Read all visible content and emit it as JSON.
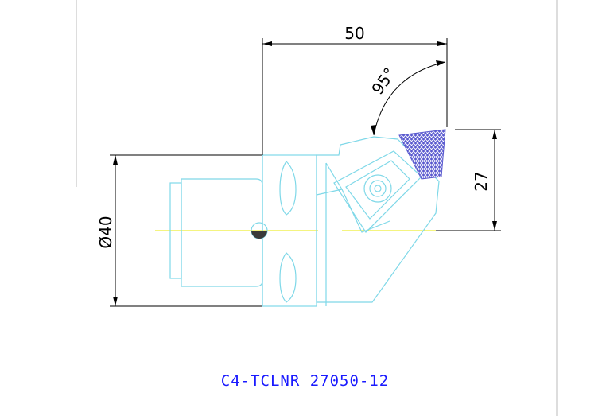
{
  "drawing": {
    "dimension_width": "50",
    "dimension_angle": "95°",
    "dimension_height": "27",
    "dimension_diameter": "Ø40"
  },
  "part_code": "C4-TCLNR 27050-12",
  "colors": {
    "outline": "#7fd8e8",
    "dimension": "#000000",
    "centerline": "#e8e800",
    "insert": "#5a5acf",
    "part_code": "#1a1aff"
  }
}
